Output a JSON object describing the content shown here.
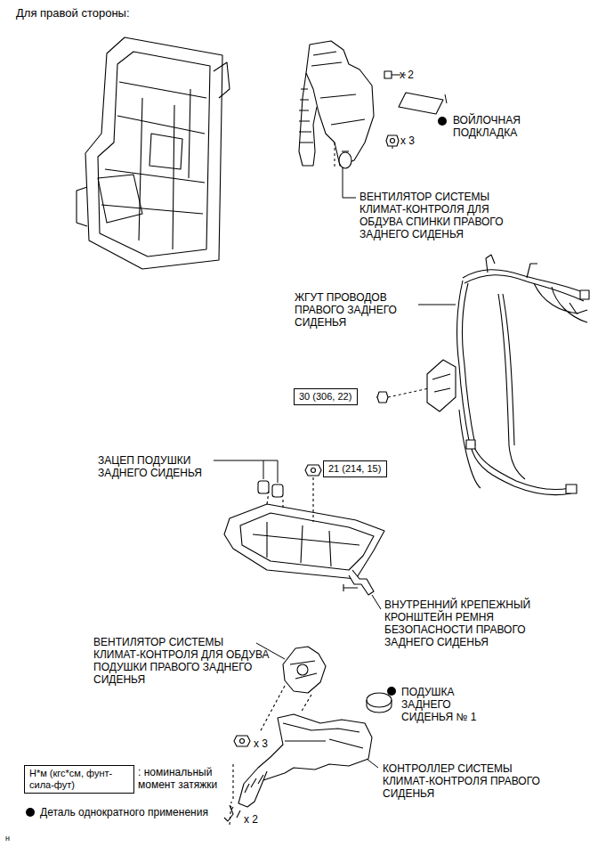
{
  "diagram": {
    "title": "Для правой стороны:",
    "nodes": [
      {
        "text": [
          "30 (306, 22)"
        ]
      },
      {
        "text": [
          "21 (214, 15)"
        ]
      },
      {
        "text": [
          "Н*м (кгс*см, фунт-сила-фут)"
        ]
      }
    ],
    "labels": [
      "x 2",
      "ВОЙЛОЧНАЯ ПОДКЛАДКА",
      "x 3",
      "ВЕНТИЛЯТОР СИСТЕМЫ КЛИМАТ-КОНТРОЛЯ ДЛЯ ОБДУВА СПИНКИ ПРАВОГО ЗАДНЕГО СИДЕНЬЯ",
      "ЖГУТ ПРОВОДОВ ПРАВОГО ЗАДНЕГО СИДЕНЬЯ",
      "ЗАЦЕП ПОДУШКИ ЗАДНЕГО СИДЕНЬЯ",
      "ВНУТРЕННИЙ КРЕПЕЖНЫЙ КРОНШТЕЙН РЕМНЯ БЕЗОПАСНОСТИ ПРАВОГО ЗАДНЕГО СИДЕНЬЯ",
      "ВЕНТИЛЯТОР СИСТЕМЫ КЛИМАТ-КОНТРОЛЯ ДЛЯ ОБДУВА ПОДУШКИ ПРАВОГО ЗАДНЕГО СИДЕНЬЯ",
      "x 3",
      "ПОДУШКА ЗАДНЕГО СИДЕНЬЯ № 1",
      "КОНТРОЛЛЕР СИСТЕМЫ КЛИМАТ-КОНТРОЛЯ ПРАВОГО СИДЕНЬЯ",
      "x 2",
      ": номинальный момент затяжки",
      "н"
    ],
    "legend": [
      {
        "text": "Деталь однократного применения",
        "color": "#000000"
      }
    ]
  }
}
